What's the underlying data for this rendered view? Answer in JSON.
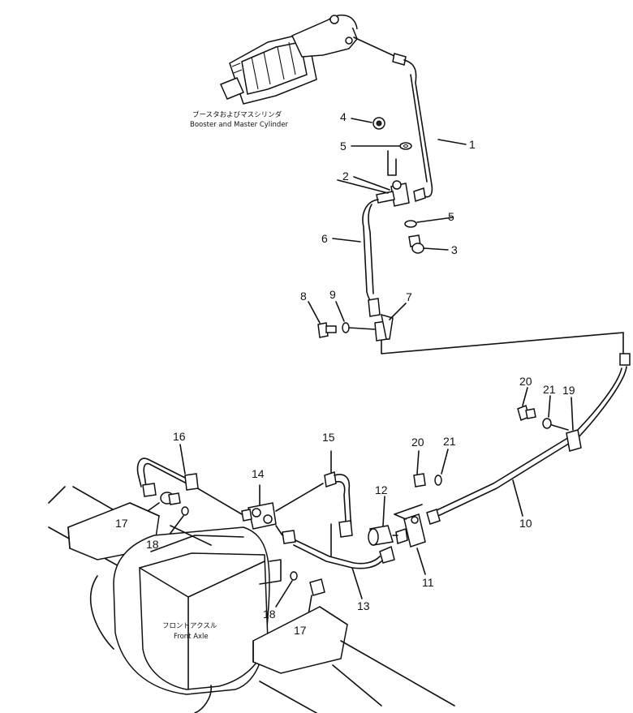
{
  "captions": {
    "booster_jp": "ブースタおよびマスシリンダ",
    "booster_en": "Booster and Master Cylinder",
    "axle_jp": "フロントアクスル",
    "axle_en": "Front Axle"
  },
  "part_numbers": {
    "n1": "1",
    "n2": "2",
    "n3": "3",
    "n4": "4",
    "n5a": "5",
    "n5b": "5",
    "n6": "6",
    "n7": "7",
    "n8": "8",
    "n9": "9",
    "n10": "10",
    "n11": "11",
    "n12": "12",
    "n13": "13",
    "n14": "14",
    "n15": "15",
    "n16": "16",
    "n17a": "17",
    "n17b": "17",
    "n18a": "18",
    "n18b": "18",
    "n19": "19",
    "n20a": "20",
    "n20b": "20",
    "n21a": "21",
    "n21b": "21"
  }
}
